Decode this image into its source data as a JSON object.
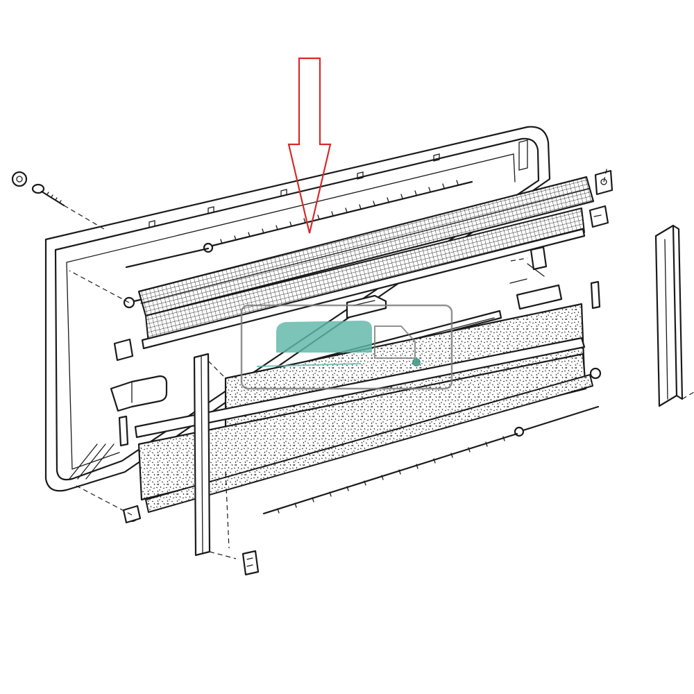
{
  "diagram": {
    "watermark_text": "........ .... ... . ..",
    "pointer_color": "#d42a2a",
    "watermark_colors": {
      "body": "#5fb8a8",
      "frame": "#7a7a7a",
      "accent": "#2f8f80"
    },
    "pattern_colors": {
      "mesh": "#2a2a2a",
      "speckle": "#1a1a1a"
    },
    "parts": [
      "window-frame-outer",
      "window-frame-inner",
      "frame-top-clips",
      "fixing-screw",
      "fixing-nut",
      "spring-rod-upper",
      "insect-screen-roller",
      "insect-screen-rail",
      "insect-screen-end-cap-right",
      "insect-screen-end-cap-left",
      "blind-roller",
      "blind-fabric",
      "blind-top-rail",
      "blind-bottom-rail",
      "spring-rod-lower",
      "vertical-guide-rail",
      "side-guide-profile",
      "handle-left",
      "handle-center",
      "handle-right",
      "small-clip-left",
      "small-clip-right",
      "bottom-clip"
    ]
  }
}
